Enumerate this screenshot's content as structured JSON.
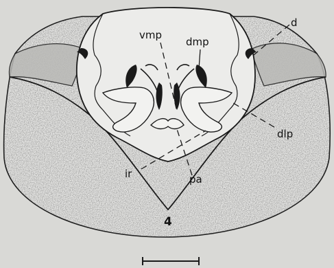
{
  "figure": {
    "number": "4",
    "labels": {
      "vmp": "vmp",
      "dmp": "dmp",
      "d": "d",
      "dlp": "dlp",
      "ir": "ir",
      "pa": "pa"
    },
    "colors": {
      "background": "#d9d9d6",
      "ink": "#1a1a1a",
      "plate": "#e4e4e2",
      "inner": "#ececea"
    }
  }
}
